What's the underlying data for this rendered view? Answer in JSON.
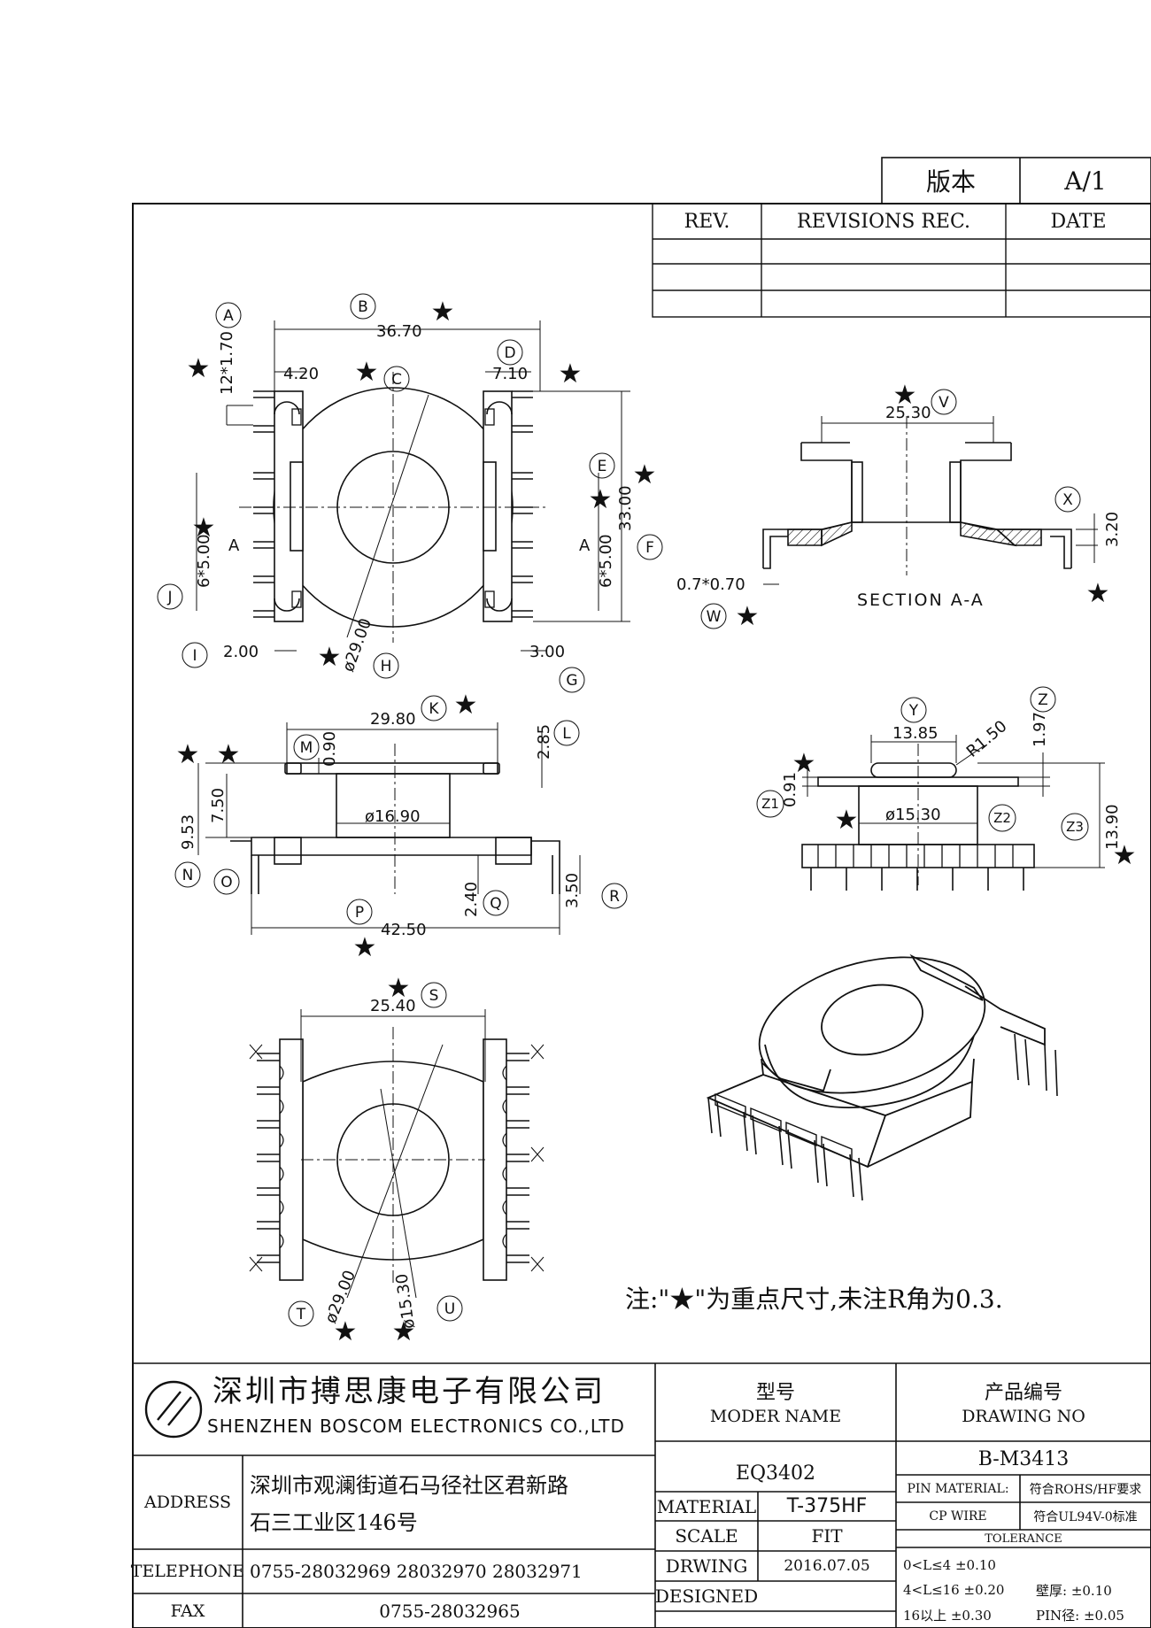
{
  "version_box": {
    "label": "版本",
    "value": "A/1"
  },
  "revisions": {
    "headers": [
      "REV.",
      "REVISIONS REC.",
      "DATE"
    ]
  },
  "top_view": {
    "letters": [
      "A",
      "B",
      "C",
      "D",
      "E",
      "F",
      "G",
      "H",
      "I",
      "J"
    ],
    "dims": {
      "B": "36.70",
      "A": "12*1.70",
      "C": "4.20",
      "D": "7.10",
      "EF_a": "33.00",
      "EF_b": "6*5.00",
      "J": "6*5.00",
      "I": "2.00",
      "G": "3.00",
      "H": "ø29.00"
    },
    "section_mark": "A"
  },
  "section_view": {
    "letters": [
      "V",
      "X",
      "W"
    ],
    "dims": {
      "V": "25.30",
      "X": "3.20",
      "W": "0.7*0.70"
    },
    "label": "SECTION A-A"
  },
  "side_view": {
    "letters": [
      "K",
      "L",
      "M",
      "N",
      "O",
      "P",
      "Q",
      "R"
    ],
    "dims": {
      "K": "29.80",
      "L": "2.85",
      "M": "0.90",
      "N": "9.53",
      "O": "7.50",
      "core": "ø16.90",
      "P": "42.50",
      "Q": "2.40",
      "R": "3.50"
    }
  },
  "end_view": {
    "letters": [
      "Y",
      "Z",
      "Z1",
      "Z2",
      "Z3"
    ],
    "dims": {
      "Y": "13.85",
      "R": "R1.50",
      "Z": "1.97",
      "Z1": "0.91",
      "Z2": "ø15.30",
      "Z3": "13.90"
    }
  },
  "bottom_view": {
    "letters": [
      "S",
      "T",
      "U"
    ],
    "dims": {
      "S": "25.40",
      "T": "ø29.00",
      "U": "ø15.30"
    }
  },
  "note": "注:\"★\"为重点尺寸,未注R角为0.3.",
  "title_block": {
    "company_cn": "深圳市搏思康电子有限公司",
    "company_en": "SHENZHEN BOSCOM ELECTRONICS CO.,LTD",
    "model_label_cn": "型号",
    "model_label_en": "MODER NAME",
    "drawing_label_cn": "产品编号",
    "drawing_label_en": "DRAWING NO",
    "model": "EQ3402",
    "drawing_no": "B-M3413",
    "address_label": "ADDRESS",
    "address_line1": "深圳市观澜街道石马径社区君新路",
    "address_line2": "石三工业区146号",
    "telephone_label": "TELEPHONE",
    "telephone": "0755-28032969 28032970 28032971",
    "fax_label": "FAX",
    "fax": "0755-28032965",
    "material_label": "MATERIAL",
    "material": "T-375HF",
    "scale_label": "SCALE",
    "scale": "FIT",
    "drawing_label": "DRWING",
    "date": "2016.07.05",
    "designed_label": "DESIGNED",
    "pin_material_label": "PIN MATERIAL:",
    "pin_material_value": "符合ROHS/HF要求",
    "cp_wire_label": "CP WIRE",
    "cp_wire_value": "符合UL94V-0标准",
    "tolerance_label": "TOLERANCE",
    "tol1": "0<L≤4  ±0.10",
    "tol2": "4<L≤16  ±0.20",
    "tol2_wall": "壁厚:  ±0.10",
    "tol3": "16以上  ±0.30",
    "tol3_pin": "PIN径:  ±0.05"
  }
}
